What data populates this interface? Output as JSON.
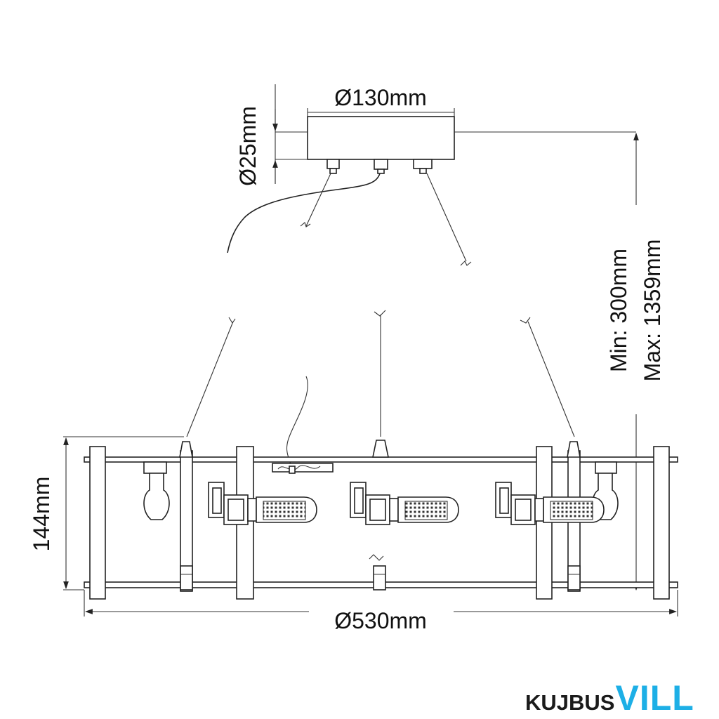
{
  "dimensions": {
    "canopy_diameter": "Ø130mm",
    "canopy_height": "Ø25mm",
    "drop_min": "Min: 300mm",
    "drop_max": "Max: 1359mm",
    "frame_height": "144mm",
    "frame_diameter": "Ø530mm"
  },
  "logo": {
    "part1": "KUJBUS",
    "part2": "VILL",
    "part2_color": "#1dafe6"
  }
}
